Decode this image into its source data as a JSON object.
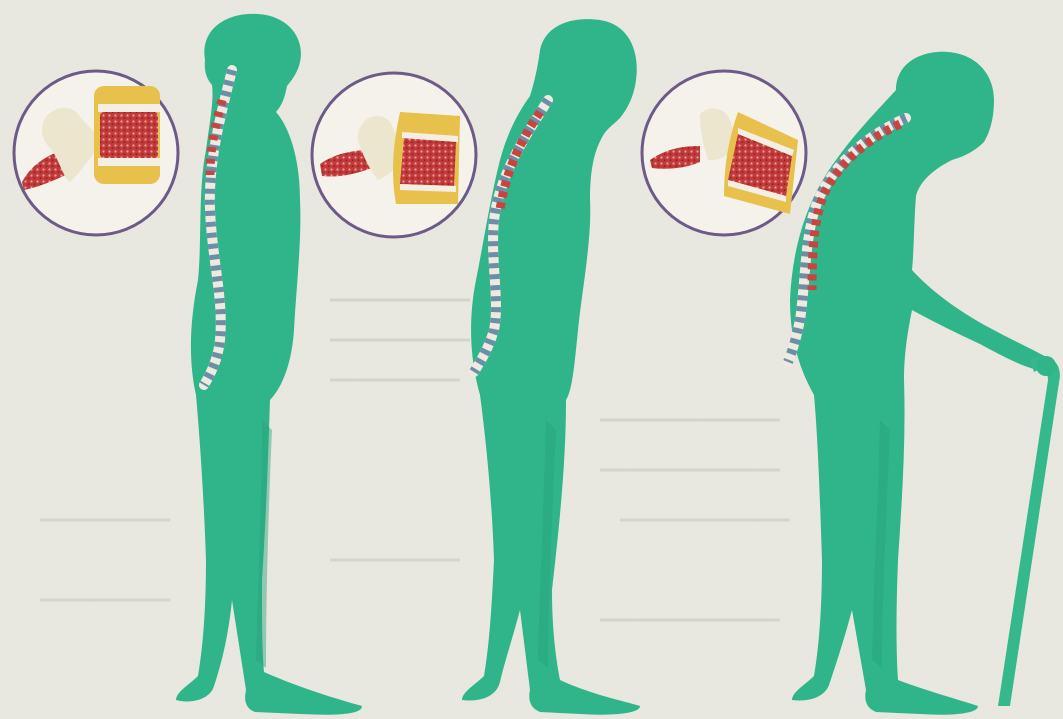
{
  "diagram": {
    "stages": [
      {
        "id": "healthy",
        "figure_icon": "standing-person-silhouette",
        "inset_icon": "vertebra-cross-section-icon",
        "spine_curvature": "normal"
      },
      {
        "id": "middle",
        "figure_icon": "stooped-person-silhouette",
        "inset_icon": "vertebra-cross-section-icon",
        "spine_curvature": "moderate"
      },
      {
        "id": "severe",
        "figure_icon": "hunched-person-with-cane-silhouette",
        "inset_icon": "vertebra-cross-section-icon",
        "spine_curvature": "severe"
      }
    ],
    "colors": {
      "background": "#e9e9e2",
      "body": "#2fb589",
      "body_shadow": "#27a27a",
      "inset_ring": "#6e5a86",
      "inset_fill": "#f4f2ea",
      "vertebra_shell": "#e7c14b",
      "vertebra_marrow": "#c23a3a",
      "disc": "#f3efe4",
      "spine_bone": "#eeeae0",
      "spine_red": "#c9443f",
      "cane": "#35b98c"
    }
  }
}
